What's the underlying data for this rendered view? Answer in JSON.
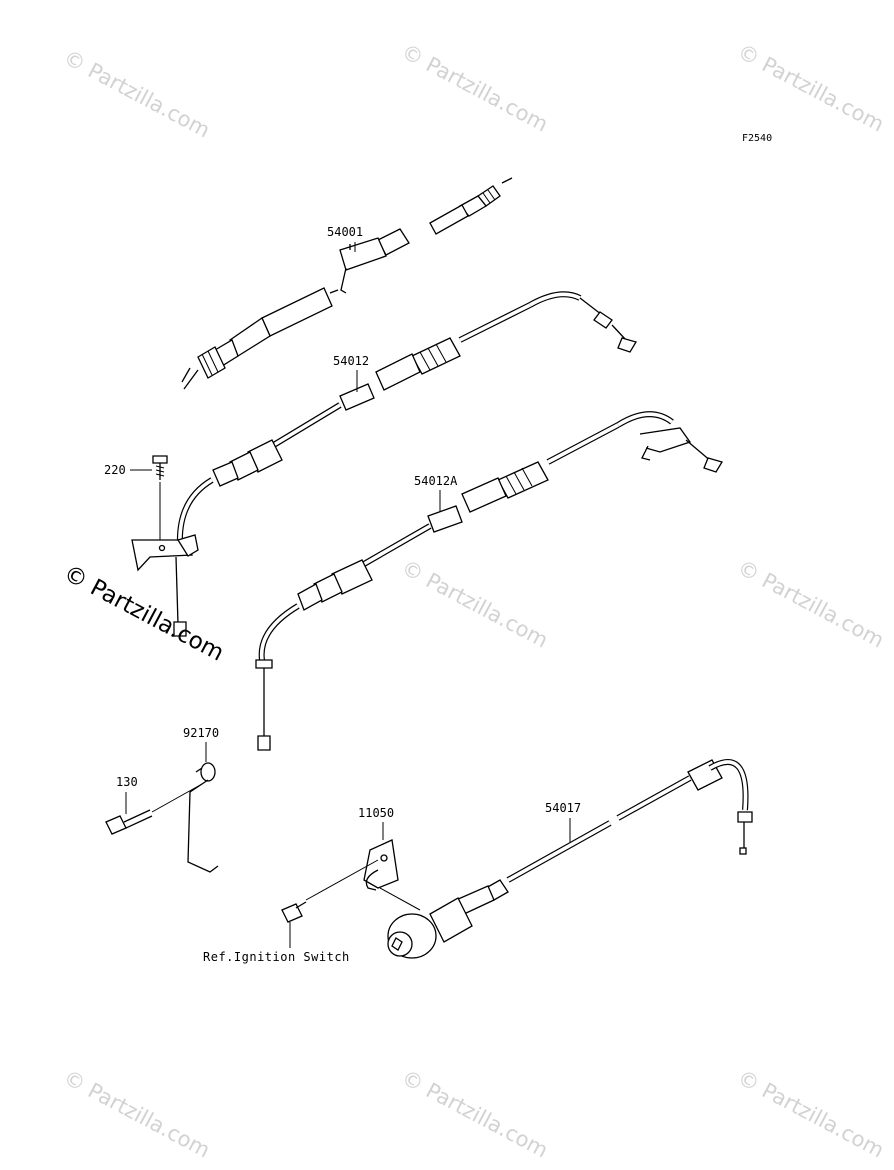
{
  "diagram_code": "F2540",
  "parts": {
    "p54001": "54001",
    "p54012": "54012",
    "p54012a": "54012A",
    "p220": "220",
    "p92170": "92170",
    "p130": "130",
    "p11050": "11050",
    "p54017": "54017"
  },
  "reference_note": "Ref.Ignition Switch",
  "watermark": "© Partzilla.com"
}
